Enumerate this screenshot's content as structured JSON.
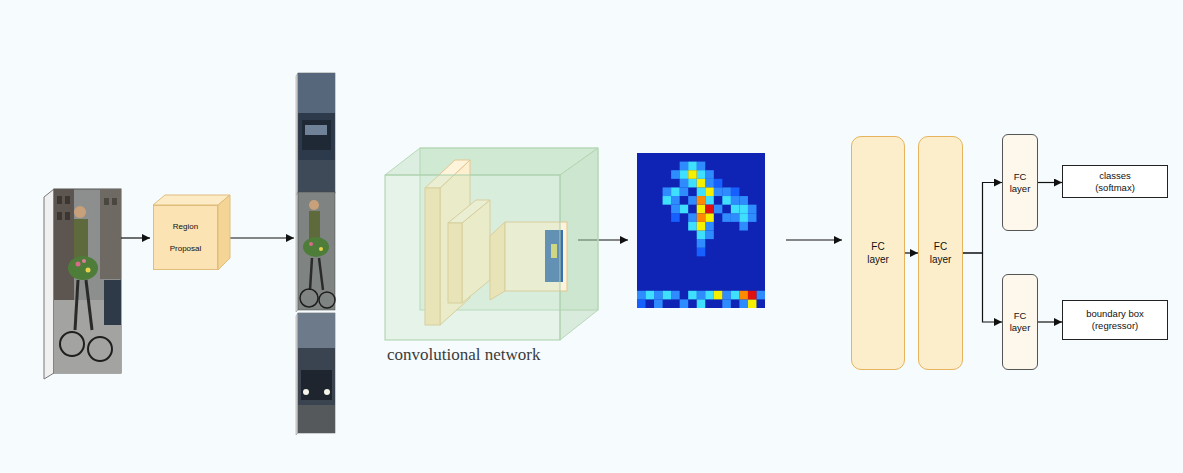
{
  "diagram": {
    "nodes": [
      {
        "text": [
          "Region Proposal"
        ]
      },
      {
        "text": [
          "convolutional network"
        ]
      },
      {
        "text": [
          "FC layer"
        ]
      },
      {
        "text": [
          "FC layer"
        ]
      },
      {
        "text": [
          "FC layer"
        ]
      },
      {
        "text": [
          "FC layer"
        ]
      },
      {
        "text": [
          "classes (softmax)"
        ]
      },
      {
        "text": [
          "boundary box (regressor)"
        ]
      }
    ],
    "edges": [
      {
        "from": 2,
        "to": 3,
        "arrow": "to"
      },
      {
        "from": 3,
        "to": 4,
        "arrow": "to"
      },
      {
        "from": 3,
        "to": 5,
        "arrow": "to"
      },
      {
        "from": 4,
        "to": 6,
        "arrow": "to"
      },
      {
        "from": 5,
        "to": 7,
        "arrow": "to"
      }
    ]
  }
}
